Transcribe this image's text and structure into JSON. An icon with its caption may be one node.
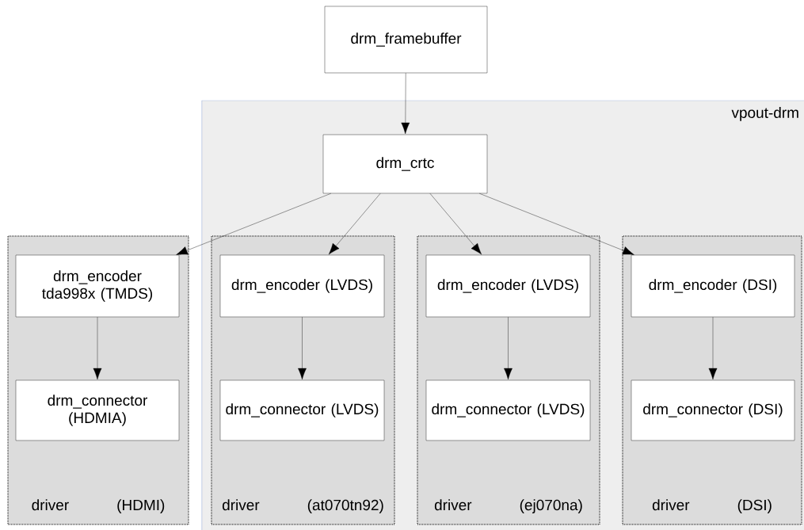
{
  "diagram": {
    "nodes": [
      {
        "text": [
          "drm_framebuffer"
        ]
      },
      {
        "text": [
          "vpout-drm"
        ]
      },
      {
        "text": [
          "drm_crtc"
        ],
        "in": 1
      },
      {
        "text": [
          "driver (HDMI)"
        ]
      },
      {
        "text": [
          "drm_encoder tda998x (TMDS)"
        ],
        "in": 3
      },
      {
        "text": [
          "drm_connector (HDMIA)"
        ],
        "in": 3
      },
      {
        "text": [
          "driver (at070tn92)"
        ],
        "in": 1
      },
      {
        "text": [
          "drm_encoder (LVDS)"
        ],
        "in": 6
      },
      {
        "text": [
          "drm_connector (LVDS)"
        ],
        "in": 6
      },
      {
        "text": [
          "driver (ej070na)"
        ],
        "in": 1
      },
      {
        "text": [
          "drm_encoder (LVDS)"
        ],
        "in": 9
      },
      {
        "text": [
          "drm_connector (LVDS)"
        ],
        "in": 9
      },
      {
        "text": [
          "driver (DSI)"
        ],
        "in": 1
      },
      {
        "text": [
          "drm_encoder (DSI)"
        ],
        "in": 12
      },
      {
        "text": [
          "drm_connector (DSI)"
        ],
        "in": 12
      }
    ],
    "edges": [
      {
        "from": 0,
        "to": 2,
        "arrow": "to"
      },
      {
        "from": 2,
        "to": 4,
        "arrow": "to"
      },
      {
        "from": 2,
        "to": 7,
        "arrow": "to"
      },
      {
        "from": 2,
        "to": 10,
        "arrow": "to"
      },
      {
        "from": 2,
        "to": 13,
        "arrow": "to"
      },
      {
        "from": 4,
        "to": 5,
        "arrow": "to"
      },
      {
        "from": 7,
        "to": 8,
        "arrow": "to"
      },
      {
        "from": 10,
        "to": 11,
        "arrow": "to"
      },
      {
        "from": 13,
        "to": 14,
        "arrow": "to"
      }
    ]
  }
}
